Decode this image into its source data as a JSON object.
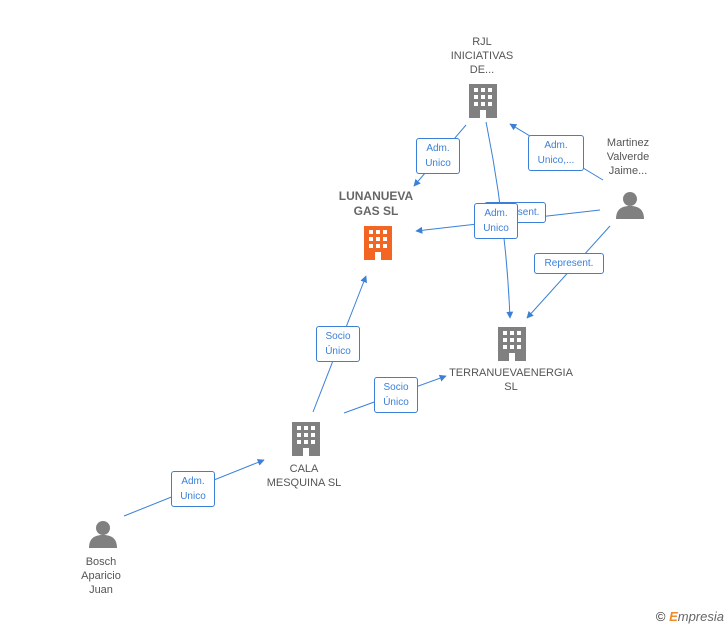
{
  "nodes": {
    "rjl": {
      "lines": [
        "RJL",
        "INICIATIVAS",
        "DE..."
      ],
      "icon": "building-icon"
    },
    "lunanueva": {
      "lines": [
        "LUNANUEVA",
        "GAS  SL"
      ],
      "icon": "building-icon"
    },
    "terranueva": {
      "lines": [
        "TERRANUEVAENERGIA",
        "SL"
      ],
      "icon": "building-icon"
    },
    "cala": {
      "lines": [
        "CALA",
        "MESQUINA  SL"
      ],
      "icon": "building-icon"
    },
    "martinez": {
      "lines": [
        "Martinez",
        "Valverde",
        "Jaime..."
      ],
      "icon": "person-icon"
    },
    "bosch": {
      "lines": [
        "Bosch",
        "Aparicio",
        "Juan"
      ],
      "icon": "person-icon"
    }
  },
  "edges": {
    "rjl_lunanueva": {
      "lines": [
        "Adm.",
        "Unico"
      ]
    },
    "martinez_rjl": {
      "lines": [
        "Adm.",
        "Unico,..."
      ]
    },
    "martinez_lunanueva": {
      "lines": [
        "Represent."
      ]
    },
    "rjl_terranueva": {
      "lines": [
        "Adm.",
        "Unico"
      ]
    },
    "martinez_terranueva": {
      "lines": [
        "Represent."
      ]
    },
    "cala_lunanueva": {
      "lines": [
        "Socio",
        "Único"
      ]
    },
    "cala_terranueva": {
      "lines": [
        "Socio",
        "Único"
      ]
    },
    "bosch_cala": {
      "lines": [
        "Adm.",
        "Unico"
      ]
    }
  },
  "colors": {
    "edge": "#3b80d8",
    "node_gray": "#808080",
    "node_highlight": "#f26522"
  },
  "footer": {
    "copyright": "©",
    "brand_initial": "E",
    "brand_rest": "mpresia"
  }
}
